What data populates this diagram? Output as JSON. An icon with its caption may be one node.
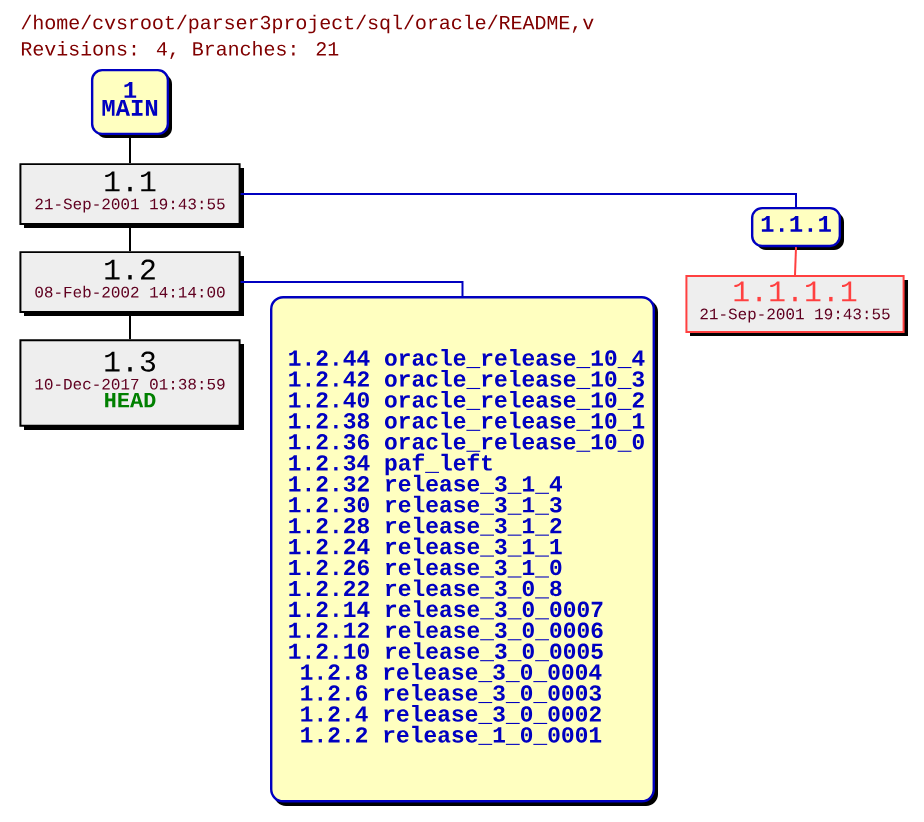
{
  "diagram": {
    "title": "/home/cvsroot/parser3project/sql/oracle/README,v",
    "nodes": [
      {
        "text": [
          "1",
          "MAIN"
        ]
      },
      {
        "text": [
          "1.1",
          "21-Sep-2001 19:43:55"
        ]
      },
      {
        "text": [
          "1.2",
          "08-Feb-2002 14:14:00"
        ]
      },
      {
        "text": [
          "1.3",
          "10-Dec-2017 01:38:59",
          "HEAD"
        ]
      },
      {
        "text": [
          "1.1.1"
        ]
      },
      {
        "text": [
          "1.1.1.1",
          "21-Sep-2001 19:43:55"
        ]
      },
      {
        "text": [
          "1.2.44 oracle_release_10_4",
          "1.2.42 oracle_release_10_3",
          "1.2.40 oracle_release_10_2",
          "1.2.38 oracle_release_10_1",
          "1.2.36 oracle_release_10_0",
          "1.2.34 paf_left",
          "1.2.32 release_3_1_4",
          "1.2.30 release_3_1_3",
          "1.2.28 release_3_1_2",
          "1.2.24 release_3_1_1",
          "1.2.26 release_3_1_0",
          "1.2.22 release_3_0_8",
          "1.2.14 release_3_0_0007",
          "1.2.12 release_3_0_0006",
          "1.2.10 release_3_0_0005",
          "1.2.8 release_3_0_0004",
          "1.2.6 release_3_0_0003",
          "1.2.4 release_3_0_0002",
          "1.2.2 release_1_0_0001"
        ]
      }
    ],
    "edges": [
      {
        "from": 0,
        "to": 1,
        "arrow": "none"
      },
      {
        "from": 1,
        "to": 2,
        "arrow": "none"
      },
      {
        "from": 2,
        "to": 3,
        "arrow": "none"
      },
      {
        "from": 1,
        "to": 4,
        "arrow": "none",
        "color": "#0000c0"
      },
      {
        "from": 4,
        "to": 5,
        "arrow": "none",
        "color": "#ff4040"
      },
      {
        "from": 2,
        "to": 6,
        "arrow": "none",
        "color": "#0000c0"
      }
    ],
    "labels": [
      "Revisions: 4, Branches: 21"
    ]
  }
}
